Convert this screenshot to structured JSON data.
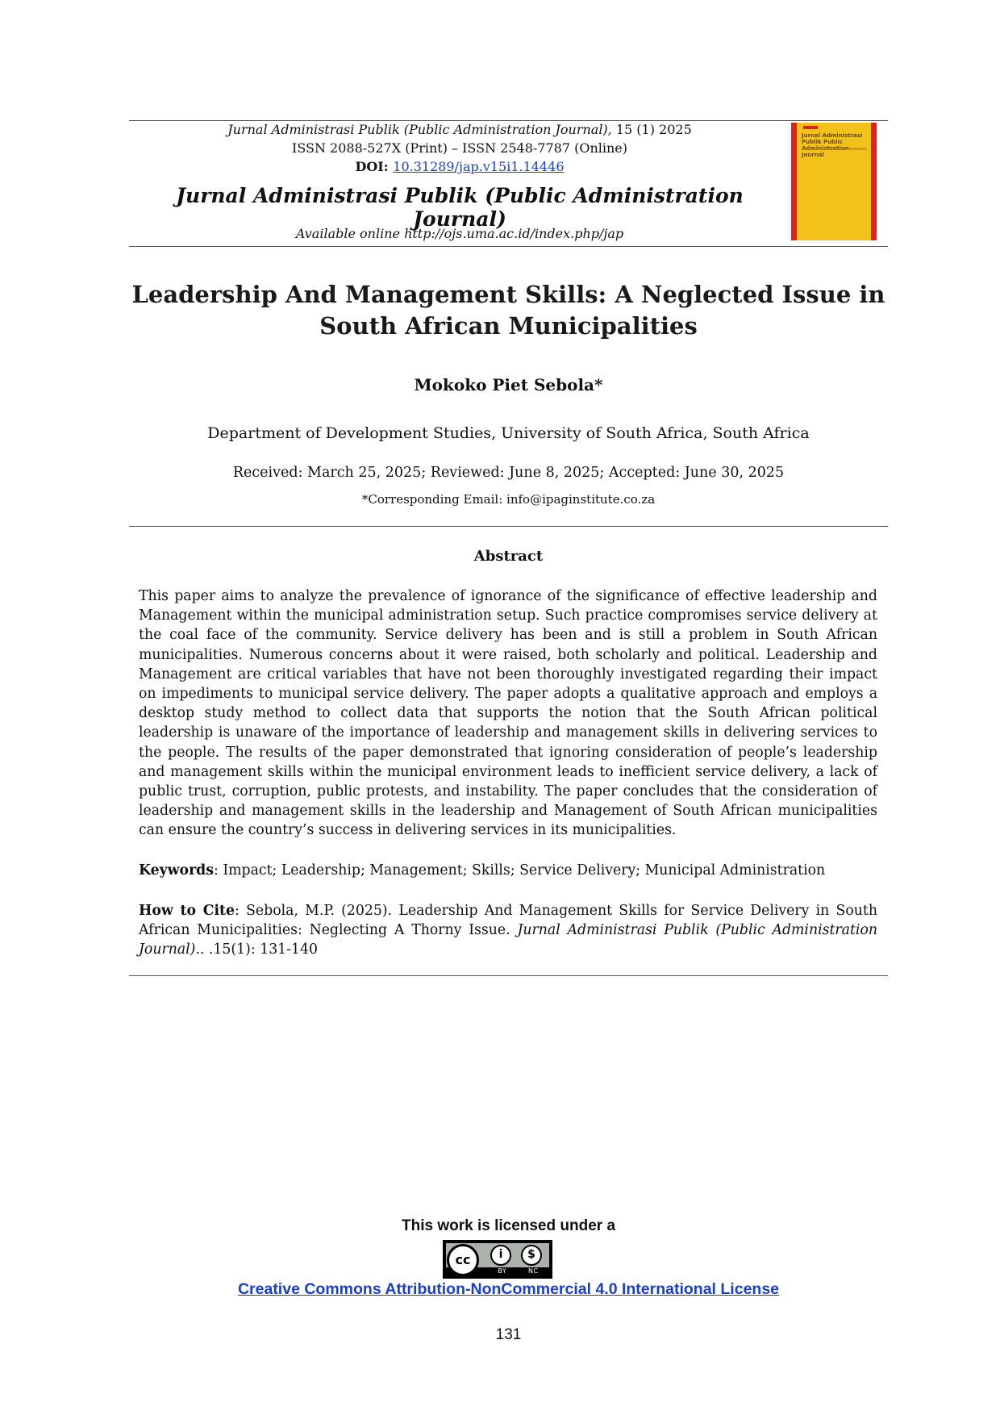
{
  "header": {
    "journal_citation_italic": "Jurnal Administrasi Publik (Public Administration Journal),",
    "journal_citation_volume": " 15 (1) 2025",
    "issn": "ISSN 2088-527X (Print) – ISSN 2548-7787 (Online)",
    "doi_label": "DOI: ",
    "doi_value": "10.31289/jap.v15i1.14446",
    "journal_name": "Jurnal Administrasi Publik (Public Administration Journal)",
    "available_online": "Available online http://ojs.uma.ac.id/index.php/jap",
    "cover_title": "Jurnal Administrasi Publik Public Administration Journal"
  },
  "article": {
    "title_line1": "Leadership And Management Skills:  A Neglected Issue in",
    "title_line2": "South African Municipalities",
    "author": "Mokoko Piet Sebola*",
    "affiliation": "Department of Development Studies, University of South Africa, South Africa",
    "dates": "Received: March 25, 2025; Reviewed: June 8, 2025; Accepted: June 30, 2025",
    "email": "*Corresponding Email: info@ipaginstitute.co.za"
  },
  "abstract": {
    "heading": "Abstract",
    "body": "This paper aims to analyze the prevalence of ignorance of the significance of effective leadership and Management within the municipal administration setup. Such practice compromises service delivery at the coal face of the community. Service delivery has been and is still a problem in South African municipalities. Numerous concerns about it were raised, both scholarly and political. Leadership and Management are critical variables that have not been thoroughly investigated regarding their impact on impediments to municipal service delivery. The paper adopts a qualitative approach and employs a desktop study method to collect data that supports the notion that the South African political leadership is unaware of the importance of leadership and management skills in delivering services to the people. The results of the paper demonstrated that ignoring consideration of people’s leadership and management skills within the municipal environment leads to inefficient service delivery, a lack of public trust, corruption, public protests, and instability. The paper concludes that the consideration of leadership and management skills in the leadership and Management of South African municipalities can ensure the country’s success in delivering services in its municipalities.",
    "keywords_label": "Keywords",
    "keywords_text": ": Impact; Leadership; Management; Skills; Service Delivery; Municipal Administration",
    "cite_label": "How to Cite",
    "cite_text": ": Sebola, M.P. (2025). Leadership And Management Skills for Service Delivery in South African Municipalities: Neglecting A Thorny Issue. ",
    "cite_journal": "Jurnal Administrasi Publik (Public Administration Journal)",
    "cite_tail": ".. .15(1): 131-140"
  },
  "license": {
    "heading": "This work is licensed under a",
    "badge_by": "BY",
    "badge_nc": "NC",
    "link_text": "Creative Commons Attribution-NonCommercial 4.0 International License"
  },
  "page_number": "131"
}
